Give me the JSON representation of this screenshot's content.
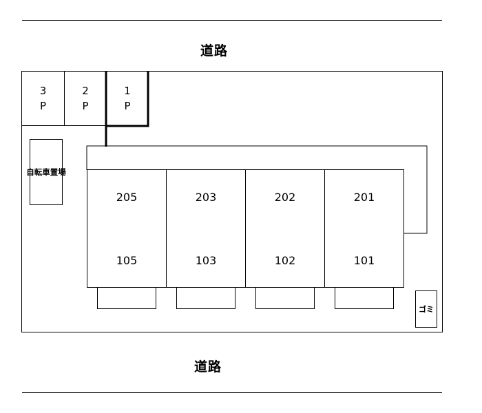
{
  "roads": {
    "top_label": "道路",
    "bottom_label": "道路"
  },
  "parking": [
    {
      "num": "3",
      "unit": "P"
    },
    {
      "num": "2",
      "unit": "P"
    },
    {
      "num": "1",
      "unit": "P"
    }
  ],
  "bicycle_parking_label": "自転車置場",
  "units": [
    {
      "upper": "205",
      "lower": "105"
    },
    {
      "upper": "203",
      "lower": "103"
    },
    {
      "upper": "202",
      "lower": "102"
    },
    {
      "upper": "201",
      "lower": "101"
    }
  ],
  "garbage_label": "ゴミ"
}
